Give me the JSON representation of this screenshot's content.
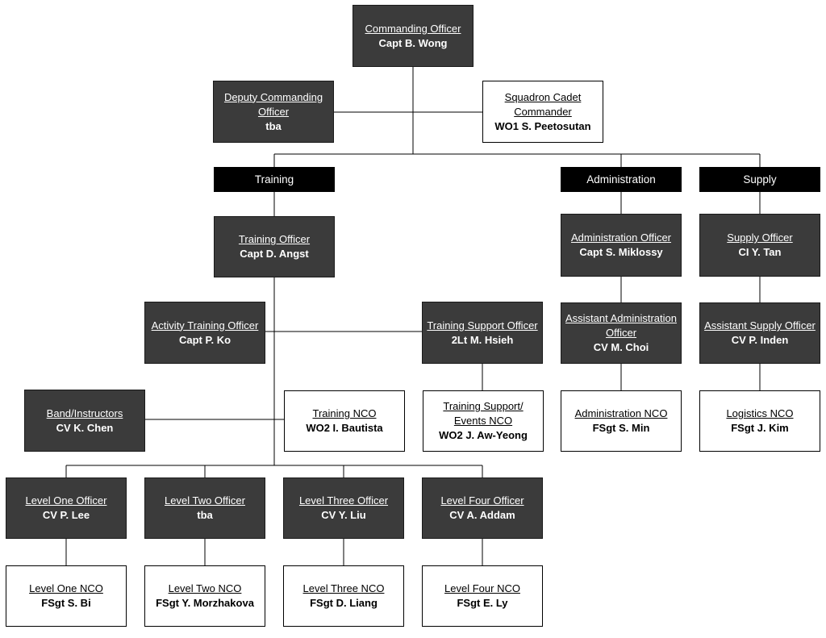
{
  "nodes": {
    "co": {
      "title": "Commanding Officer",
      "name": "Capt B. Wong"
    },
    "dco": {
      "title": "Deputy Commanding Officer",
      "name": "tba"
    },
    "scc": {
      "title": "Squadron Cadet Commander",
      "name": "WO1 S. Peetosutan"
    },
    "hdr_training": {
      "label": "Training"
    },
    "hdr_admin": {
      "label": "Administration"
    },
    "hdr_supply": {
      "label": "Supply"
    },
    "trg_off": {
      "title": "Training Officer",
      "name": "Capt D. Angst"
    },
    "act_trg": {
      "title": "Activity Training Officer",
      "name": "Capt P. Ko"
    },
    "trg_sup": {
      "title": "Training Support Officer",
      "name": "2Lt M. Hsieh"
    },
    "band": {
      "title": "Band/Instructors",
      "name": "CV K. Chen"
    },
    "trg_nco": {
      "title": "Training NCO",
      "name": "WO2 I. Bautista"
    },
    "trg_sup_nco": {
      "title": "Training Support/ Events  NCO",
      "name": "WO2 J. Aw-Yeong"
    },
    "admin_off": {
      "title": "Administration Officer",
      "name": "Capt S. Miklossy"
    },
    "asst_admin": {
      "title": "Assistant Administration Officer",
      "name": "CV M. Choi"
    },
    "admin_nco": {
      "title": "Administration NCO",
      "name": "FSgt S. Min"
    },
    "sup_off": {
      "title": "Supply Officer",
      "name": "CI Y. Tan"
    },
    "asst_sup": {
      "title": "Assistant Supply Officer",
      "name": "CV P. Inden"
    },
    "log_nco": {
      "title": "Logistics NCO",
      "name": "FSgt J. Kim"
    },
    "l1_off": {
      "title": "Level One Officer",
      "name": "CV P. Lee"
    },
    "l2_off": {
      "title": "Level Two Officer",
      "name": "tba"
    },
    "l3_off": {
      "title": "Level Three Officer",
      "name": "CV Y. Liu"
    },
    "l4_off": {
      "title": "Level Four Officer",
      "name": "CV A. Addam"
    },
    "l1_nco": {
      "title": "Level One NCO",
      "name": "FSgt S. Bi"
    },
    "l2_nco": {
      "title": "Level Two NCO",
      "name": "FSgt Y. Morzhakova"
    },
    "l3_nco": {
      "title": "Level Three NCO",
      "name": "FSgt D. Liang"
    },
    "l4_nco": {
      "title": "Level Four NCO",
      "name": "FSgt E. Ly"
    }
  }
}
